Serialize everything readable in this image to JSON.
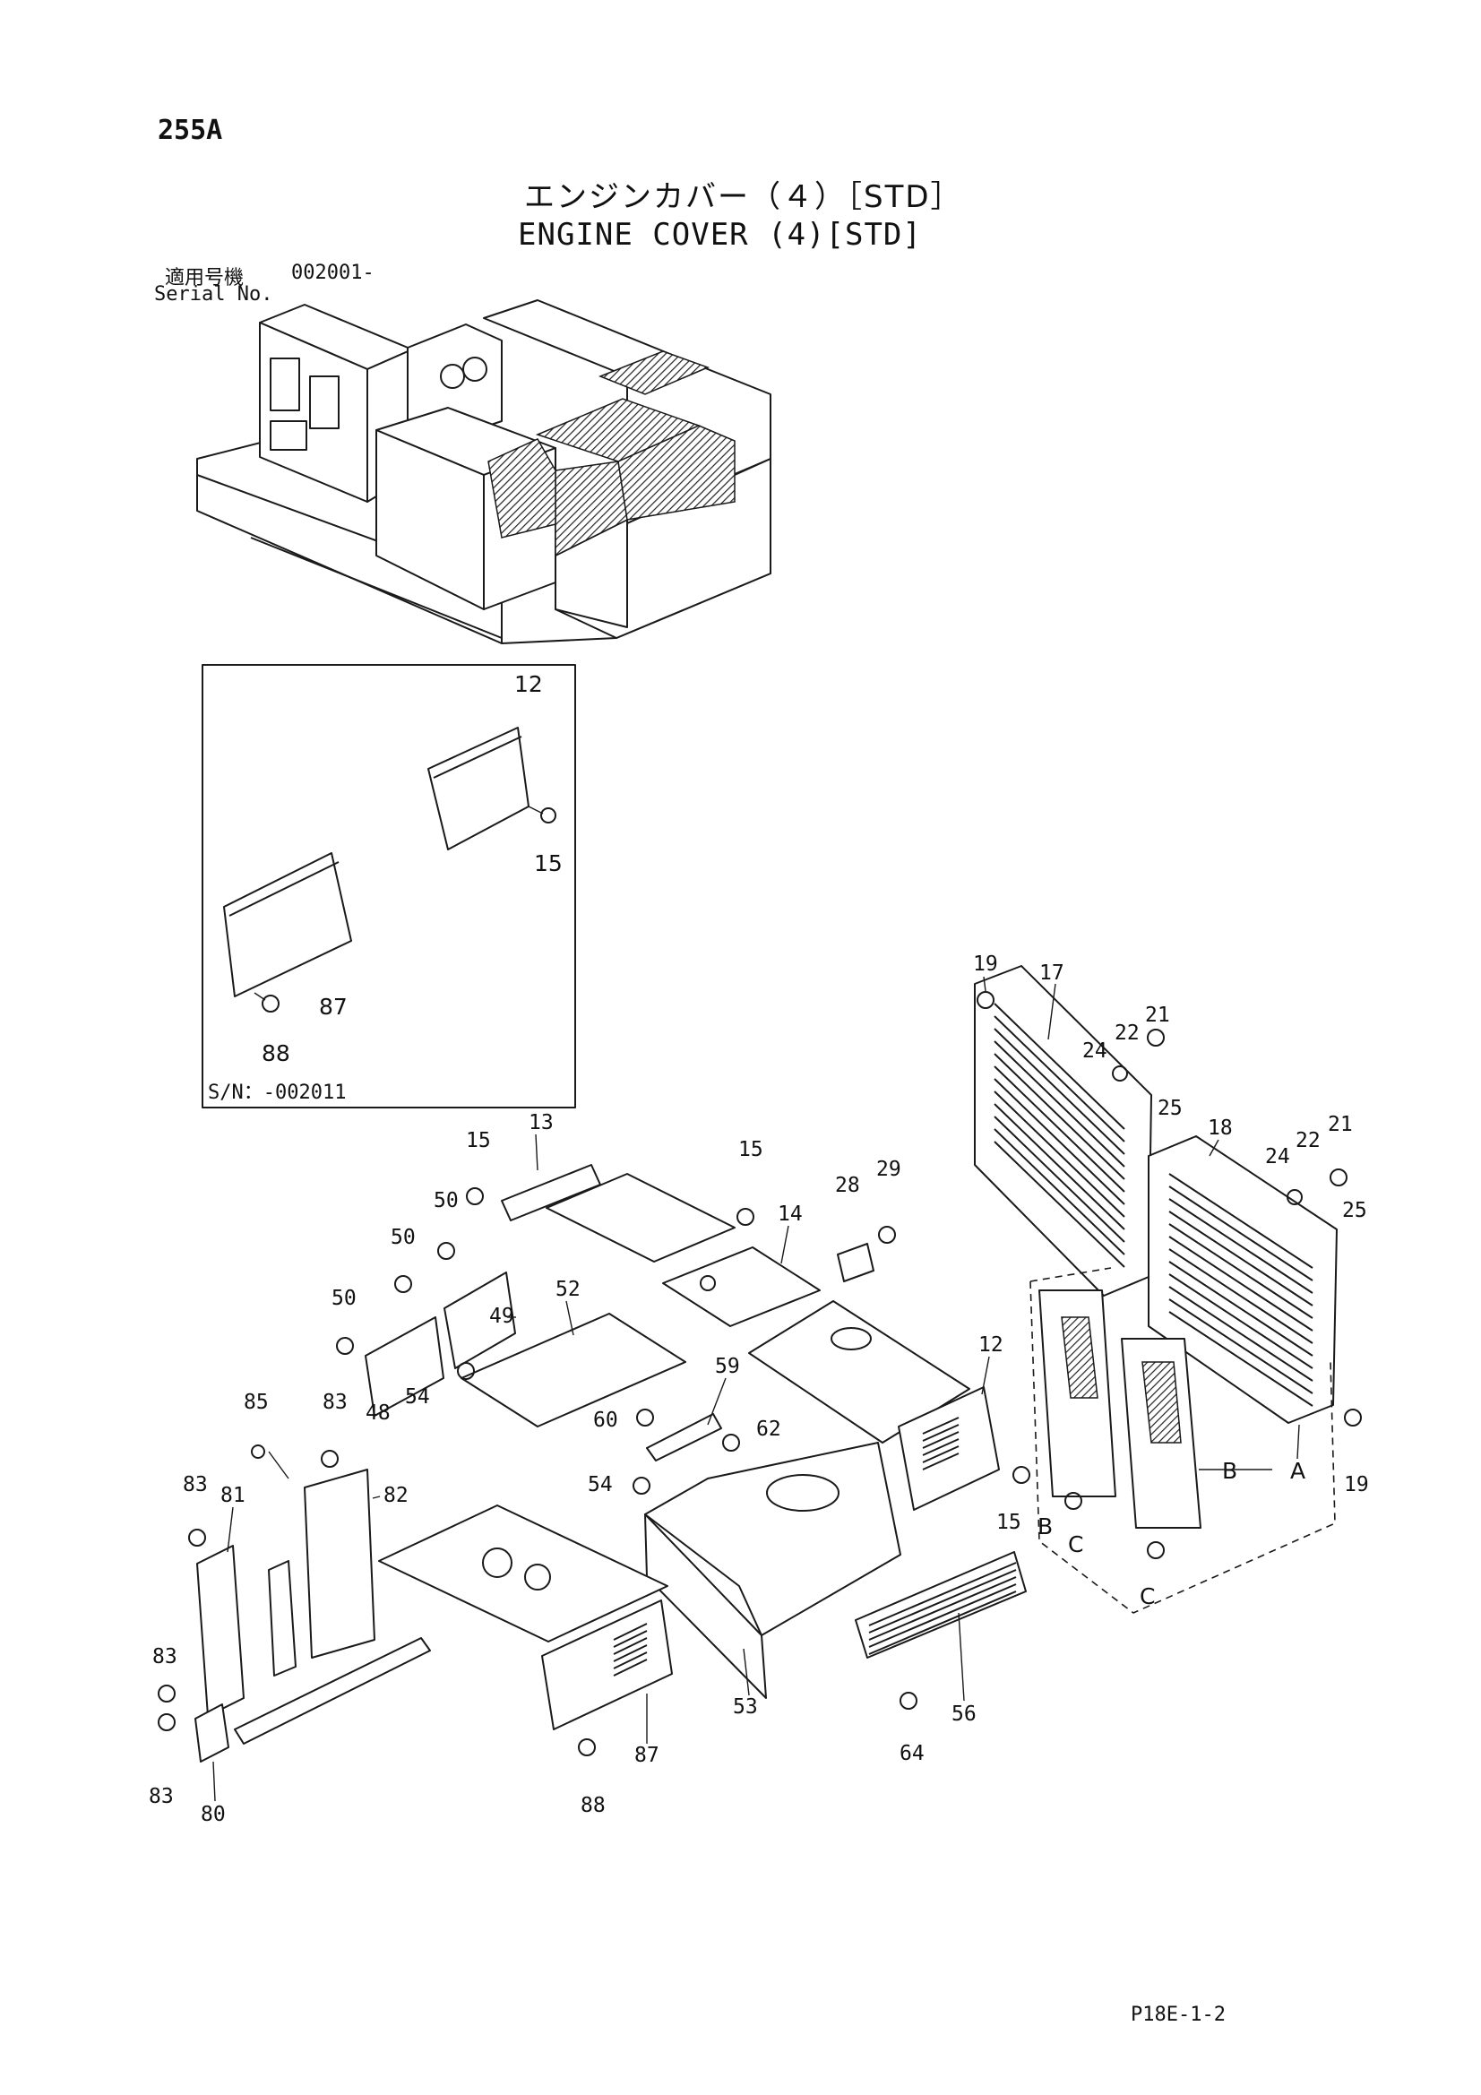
{
  "header": {
    "page_number": "255A",
    "title_jp": "エンジンカバー（４）［STD］",
    "title_en": "ENGINE COVER (4)[STD]",
    "serial_label_jp": "適用号機",
    "serial_value": "002001-",
    "serial_label_en": "Serial No."
  },
  "inset": {
    "serial_note": "S/N：-002011",
    "callouts": [
      "12",
      "15",
      "87",
      "88"
    ]
  },
  "callouts": [
    "19",
    "17",
    "24",
    "22",
    "21",
    "25",
    "18",
    "24",
    "22",
    "21",
    "25",
    "13",
    "15",
    "15",
    "28",
    "29",
    "14",
    "50",
    "50",
    "50",
    "49",
    "52",
    "48",
    "54",
    "12",
    "59",
    "60",
    "62",
    "54",
    "15",
    "19",
    "A",
    "B",
    "B",
    "C",
    "C",
    "85",
    "83",
    "83",
    "81",
    "82",
    "83",
    "83",
    "80",
    "87",
    "88",
    "53",
    "56",
    "64"
  ],
  "footer": {
    "code": "P18E-1-2"
  }
}
